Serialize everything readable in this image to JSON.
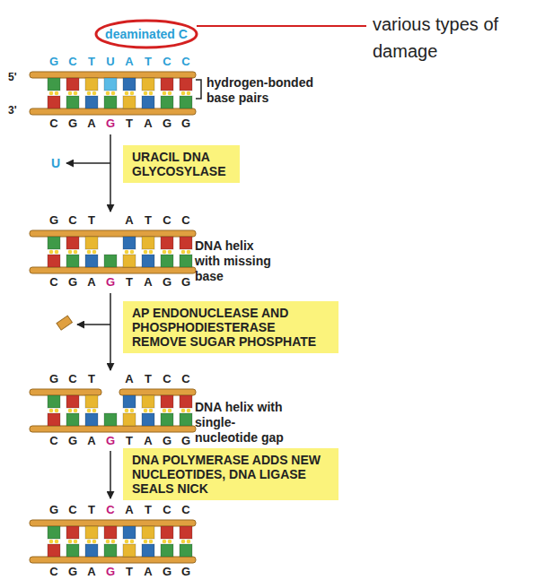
{
  "diagram": {
    "nodes": [
      {
        "text": [
          "deaminated C"
        ]
      },
      {
        "text": [
          "URACIL DNA GLYCOSYLASE"
        ]
      },
      {
        "text": [
          "AP ENDONUCLEASE AND PHOSPHODIESTERASE REMOVE SUGAR PHOSPHATE"
        ]
      },
      {
        "text": [
          "DNA POLYMERASE ADDS NEW NUCLEOTIDES, DNA LIGASE SEALS NICK"
        ]
      }
    ],
    "labels": [
      "various types of damage",
      "G",
      "C",
      "T",
      "U",
      "A",
      "T",
      "C",
      "C",
      "5'",
      "hydrogen-bonded base pairs",
      "3'",
      "C",
      "G",
      "A",
      "G",
      "T",
      "A",
      "G",
      "G",
      "U",
      "G",
      "C",
      "T",
      "A",
      "T",
      "C",
      "C",
      "DNA helix with missing base",
      "C",
      "G",
      "A",
      "G",
      "T",
      "A",
      "G",
      "G",
      "G",
      "C",
      "T",
      "A",
      "T",
      "C",
      "C",
      "DNA helix with single-nucleotide gap",
      "C",
      "G",
      "A",
      "G",
      "T",
      "A",
      "G",
      "G",
      "G",
      "C",
      "T",
      "C",
      "A",
      "T",
      "C",
      "C",
      "C",
      "G",
      "A",
      "G",
      "T",
      "A",
      "G",
      "G"
    ]
  }
}
